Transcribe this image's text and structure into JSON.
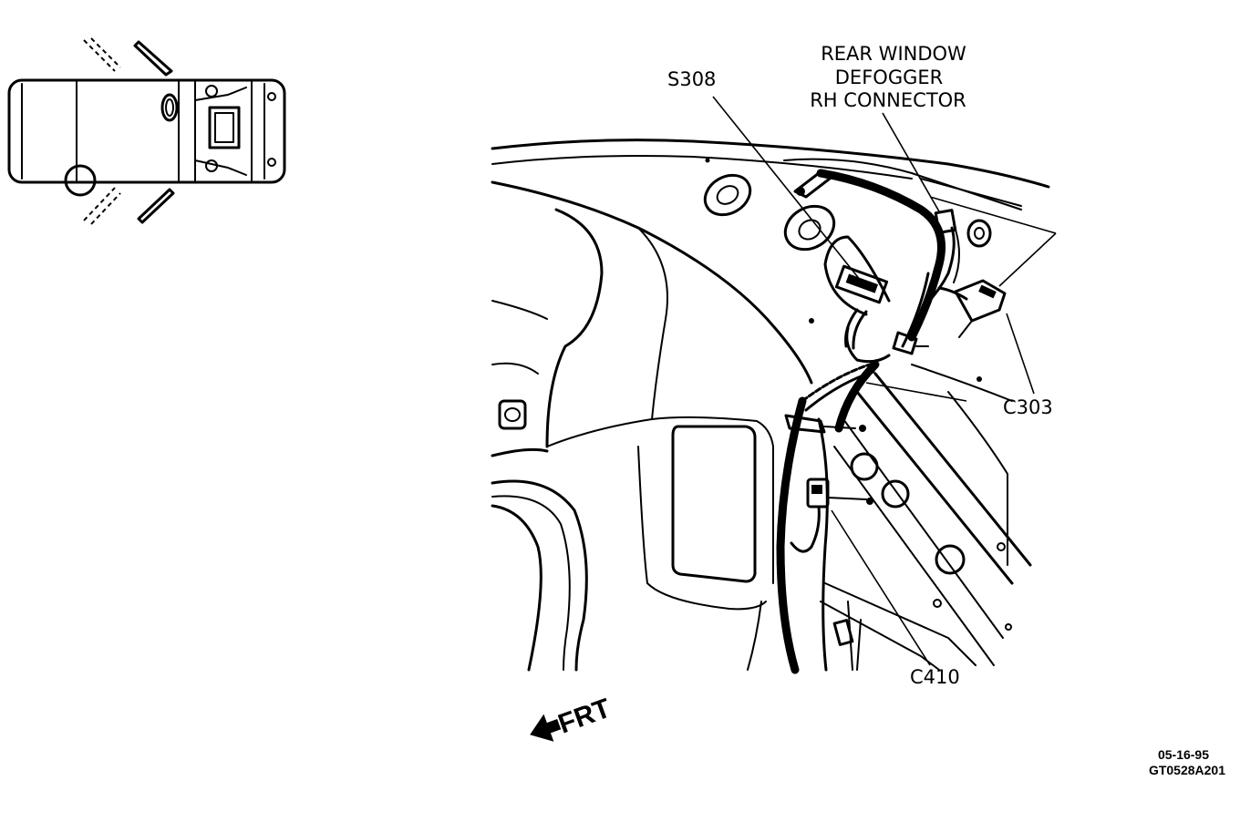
{
  "labels": {
    "s308": "S308",
    "rear_window_line1": "REAR WINDOW",
    "rear_window_line2": "DEFOGGER",
    "rear_window_line3": "RH CONNECTOR",
    "c303": "C303",
    "c410": "C410",
    "front": "FRT"
  },
  "stamp": {
    "date": "05-16-95",
    "code": "GT0528A201"
  },
  "icons": {
    "front_direction": "arrow-left-icon",
    "locator_view": "vehicle-top-view-icon"
  }
}
